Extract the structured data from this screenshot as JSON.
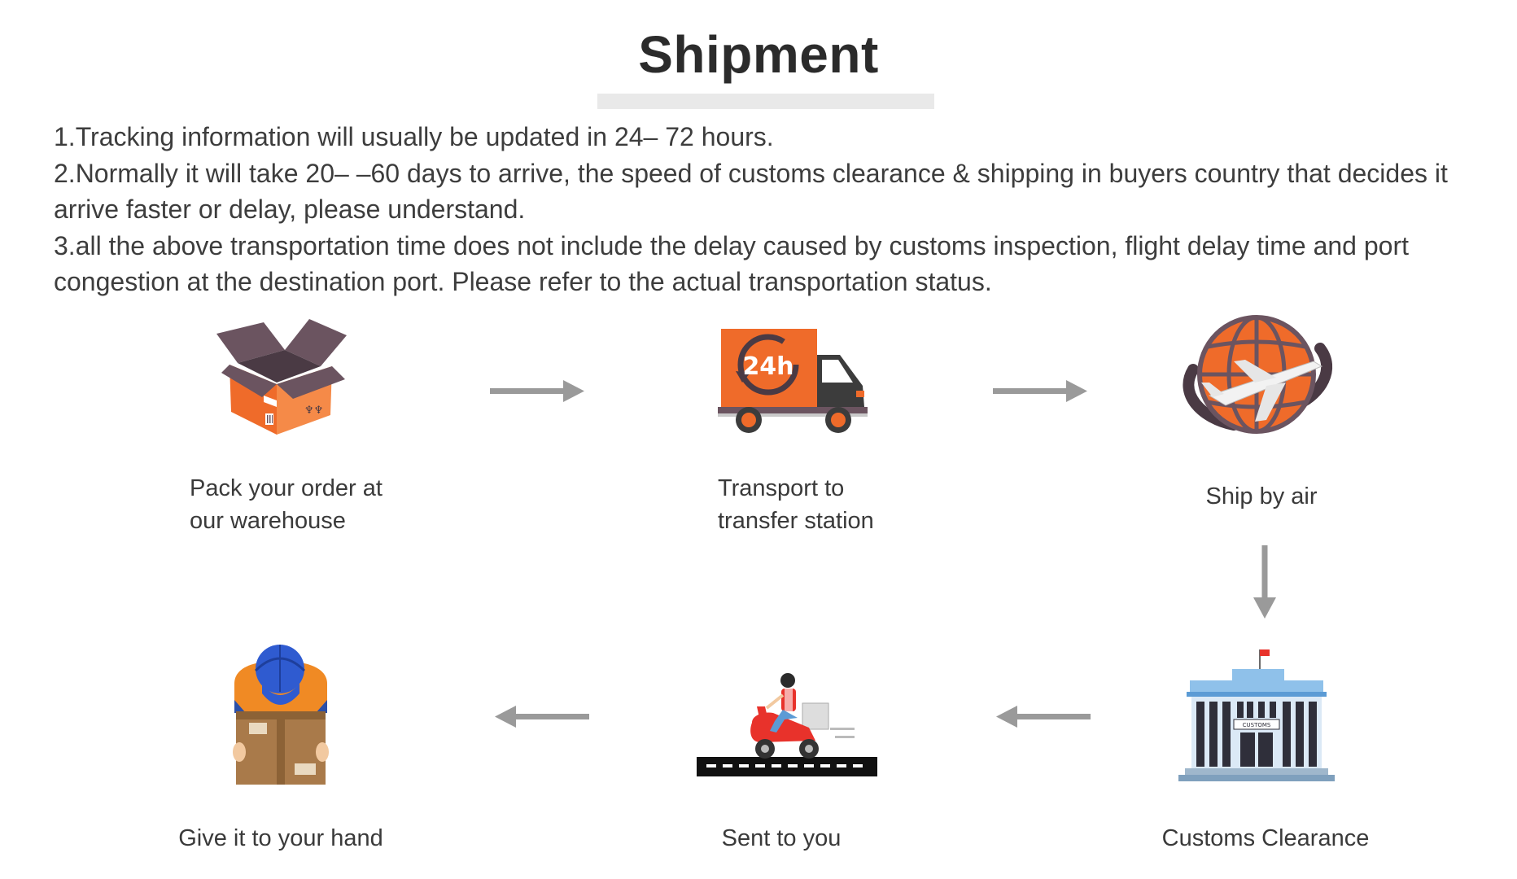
{
  "header": {
    "title": "Shipment"
  },
  "notes": [
    "1.Tracking information will usually be updated in 24– 72 hours.",
    "2.Normally it will take 20– –60 days to arrive, the speed of customs clearance & shipping in buyers country that decides it arrive faster or delay, please understand.",
    "3.all the above transportation time does not include the delay caused by customs inspection, flight delay time and port congestion at the destination port. Please refer to the actual transportation status."
  ],
  "steps": {
    "pack": {
      "line1": "Pack your order at",
      "line2": "our warehouse",
      "icon": "package-box-icon"
    },
    "transport": {
      "line1": "Transport to",
      "line2": "transfer station",
      "icon": "delivery-truck-24h-icon",
      "badge": "24h"
    },
    "air": {
      "label": "Ship by air",
      "icon": "globe-airplane-icon"
    },
    "customs": {
      "label": "Customs Clearance",
      "icon": "customs-building-icon",
      "sign": "CUSTOMS"
    },
    "sent": {
      "label": "Sent to you",
      "icon": "courier-scooter-icon"
    },
    "hand": {
      "label": "Give it to your hand",
      "icon": "courier-holding-box-icon"
    }
  },
  "colors": {
    "accent_orange": "#ef6b2a",
    "dark_brown": "#6b5460",
    "arrow_gray": "#9a9a9a",
    "customs_blue": "#5b9bd5",
    "scooter_red": "#e8322b"
  }
}
